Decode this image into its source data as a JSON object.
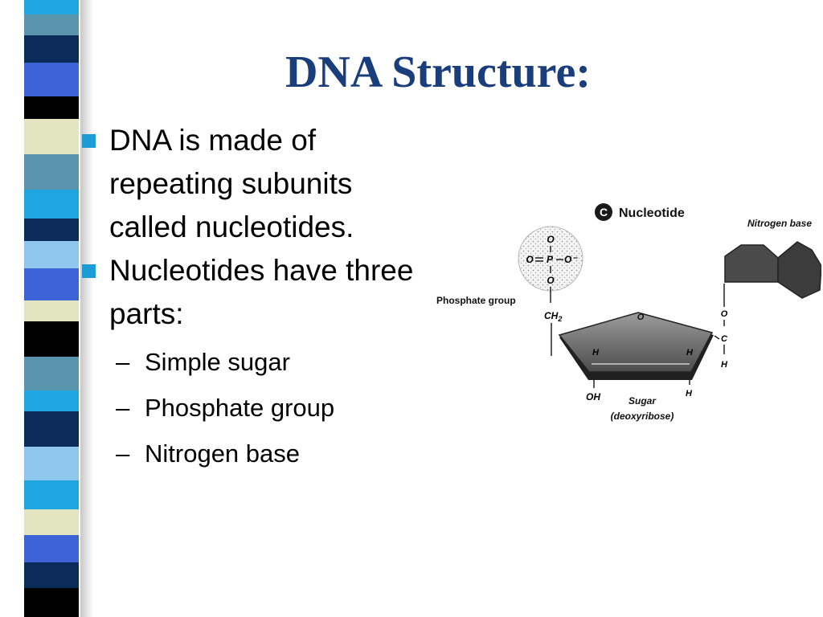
{
  "slide": {
    "title": "DNA Structure:",
    "bullets": [
      {
        "text": "DNA is made of repeating subunits called nucleotides."
      },
      {
        "text": "Nucleotides have three parts:",
        "subitems": [
          "Simple sugar",
          "Phosphate group",
          "Nitrogen base"
        ]
      }
    ],
    "sub_marker": "–",
    "colors": {
      "title": "#1a3d7c",
      "bullet": "#1d9bd6",
      "stripe": [
        "#1a3f8a",
        "#1fa5e0",
        "#0b2c58",
        "#5b95ad",
        "#e2e5c0",
        "#000000",
        "#8fc6ee",
        "#3e63d6"
      ]
    }
  },
  "diagram": {
    "badge_letter": "C",
    "heading": "Nucleotide",
    "nitrogen_base_label": "Nitrogen base",
    "phosphate_group_label": "Phosphate group",
    "sugar_label": "Sugar",
    "sugar_sublabel": "(deoxyribose)",
    "atoms": {
      "o": "O",
      "p": "P",
      "ominus": "O⁻",
      "ch2": "CH",
      "sub2": "2",
      "h": "H",
      "c": "C",
      "oh": "OH"
    }
  }
}
